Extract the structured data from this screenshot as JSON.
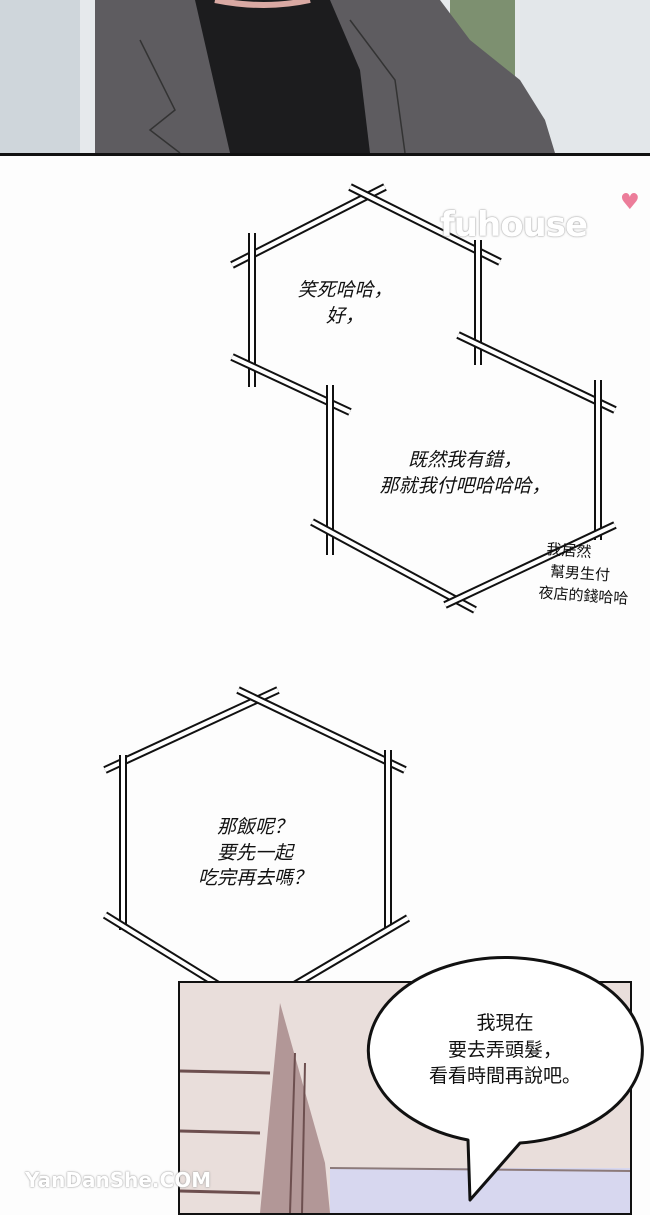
{
  "watermarks": {
    "top": "fuhouse",
    "bottom": "YanDanShe.COM"
  },
  "bubbles": [
    {
      "lines": [
        "笑死哈哈，",
        "好，"
      ]
    },
    {
      "lines": [
        "既然我有錯，",
        "那就我付吧哈哈哈，"
      ]
    },
    {
      "lines": [
        "我居然",
        "幫男生付",
        "夜店的錢哈哈"
      ]
    },
    {
      "lines": [
        "那飯呢？",
        "要先一起",
        "吃完再去嗎？"
      ]
    },
    {
      "lines": [
        "我現在",
        "要去弄頭髮，",
        "看看時間再說吧。"
      ]
    }
  ],
  "colors": {
    "coat": "#5e5c60",
    "shirt": "#1c1c1e",
    "panel_bg": "#e9dedb",
    "heart": "#ec7d9a"
  }
}
